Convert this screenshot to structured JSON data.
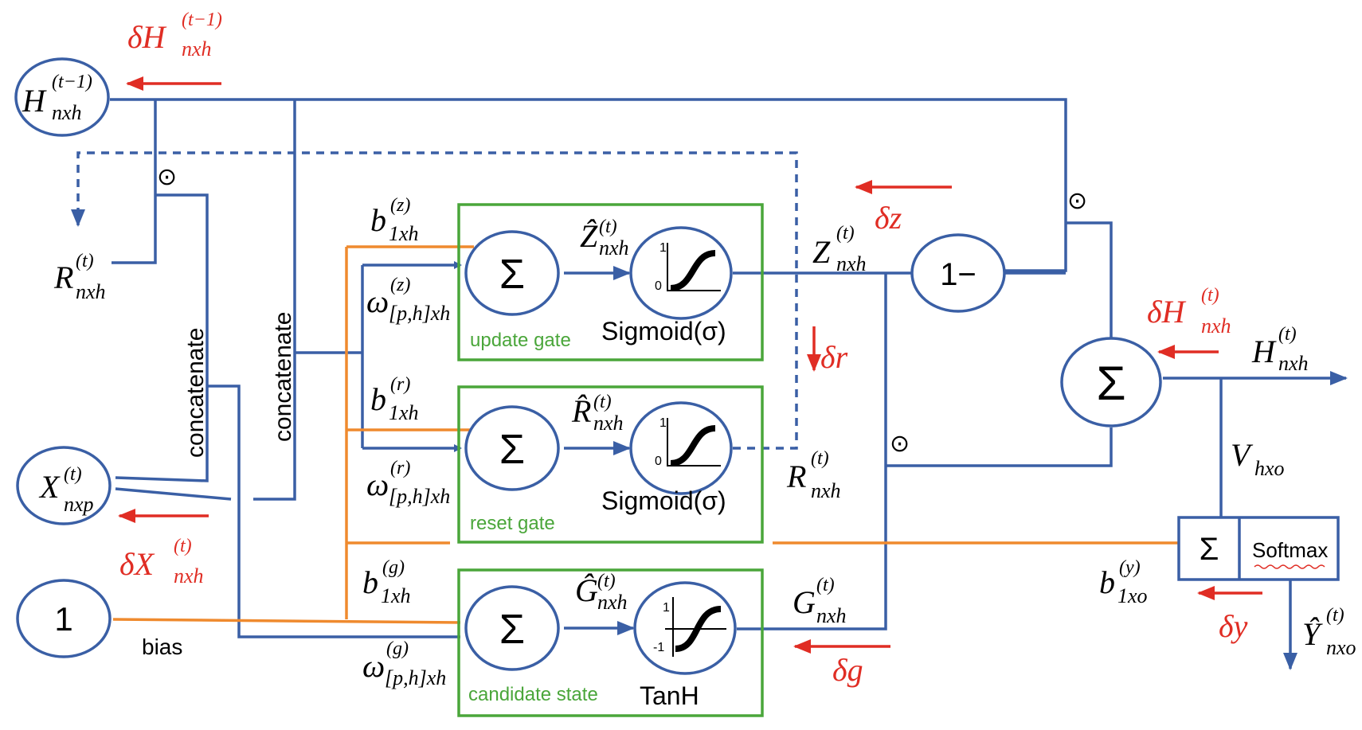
{
  "nodes": {
    "h_prev": {
      "main": "H",
      "sup": "(t−1)",
      "sub": "nxh"
    },
    "x": {
      "main": "X",
      "sup": "(t)",
      "sub": "nxp"
    },
    "r_left": {
      "main": "R",
      "sup": "(t)",
      "sub": "nxh"
    },
    "bias_node": {
      "value": "1",
      "caption": "bias"
    },
    "one_minus": {
      "value": "1−"
    },
    "sum_symbol": "Σ",
    "hadamard": "⊙"
  },
  "labels": {
    "concatenate_1": "concatenate",
    "concatenate_2": "concatenate",
    "update_gate": "update gate",
    "reset_gate": "reset gate",
    "candidate_state": "candidate state",
    "sigmoid_1": "Sigmoid(σ)",
    "sigmoid_2": "Sigmoid(σ)",
    "tanh": "TanH",
    "softmax": "Softmax",
    "sig_top": "1",
    "sig_bottom": "0",
    "tanh_top": "1",
    "tanh_bottom": "-1"
  },
  "weights": {
    "bz": {
      "main": "b",
      "sup": "(z)",
      "sub": "1xh"
    },
    "wz": {
      "main": "ω",
      "sup": "(z)",
      "sub": "[p,h]xh"
    },
    "br": {
      "main": "b",
      "sup": "(r)",
      "sub": "1xh"
    },
    "wr": {
      "main": "ω",
      "sup": "(r)",
      "sub": "[p,h]xh"
    },
    "bg": {
      "main": "b",
      "sup": "(g)",
      "sub": "1xh"
    },
    "wg": {
      "main": "ω",
      "sup": "(g)",
      "sub": "[p,h]xh"
    },
    "by": {
      "main": "b",
      "sup": "(y)",
      "sub": "1xo"
    },
    "v": {
      "main": "V",
      "sub": "hxo"
    }
  },
  "signals": {
    "zhat": {
      "main": "Ẑ",
      "sup": "(t)",
      "sub": "nxh"
    },
    "rhat": {
      "main": "R̂",
      "sup": "(t)",
      "sub": "nxh"
    },
    "ghat": {
      "main": "Ĝ",
      "sup": "(t)",
      "sub": "nxh"
    },
    "z": {
      "main": "Z",
      "sup": "(t)",
      "sub": "nxh"
    },
    "r": {
      "main": "R",
      "sup": "(t)",
      "sub": "nxh"
    },
    "g": {
      "main": "G",
      "sup": "(t)",
      "sub": "nxh"
    },
    "h": {
      "main": "H",
      "sup": "(t)",
      "sub": "nxh"
    },
    "yhat": {
      "main": "Ŷ",
      "sup": "(t)",
      "sub": "nxo"
    }
  },
  "gradients": {
    "dh_prev": {
      "main": "δH",
      "sup": "(t−1)",
      "sub": "nxh"
    },
    "dx": {
      "main": "δX",
      "sup": "(t)",
      "sub": "nxh"
    },
    "dz": "δz",
    "dr": "δr",
    "dg": "δg",
    "dh": {
      "main": "δH",
      "sup": "(t)",
      "sub": "nxh"
    },
    "dy": "δy"
  },
  "colors": {
    "wire_blue": "#3a5fa5",
    "bias_orange": "#ef8a2e",
    "gradient_red": "#e02d24",
    "gate_green": "#4aa63a"
  }
}
